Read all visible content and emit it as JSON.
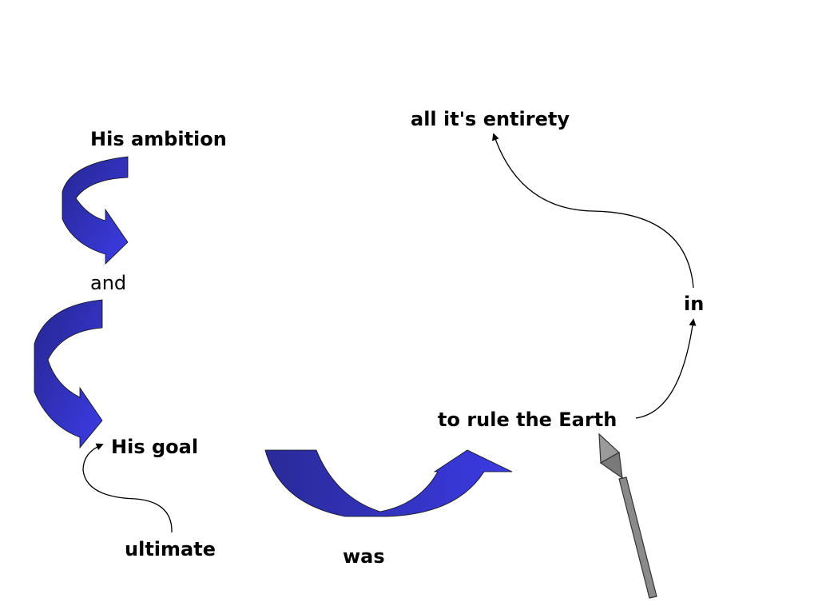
{
  "words": {
    "his_ambition": "His ambition",
    "and": "and",
    "his_goal": "His goal",
    "ultimate": "ultimate",
    "was": "was",
    "to_rule": "to rule the Earth",
    "in": "in",
    "entirety": "all it's entirety"
  },
  "colors": {
    "arrow_dark": "#2a2a9a",
    "arrow_light": "#3a3ae0",
    "spear": "#8a8a8a",
    "line": "#000000"
  },
  "icons": [
    "curved-arrow-icon",
    "u-turn-arrow-icon",
    "spear-icon"
  ]
}
